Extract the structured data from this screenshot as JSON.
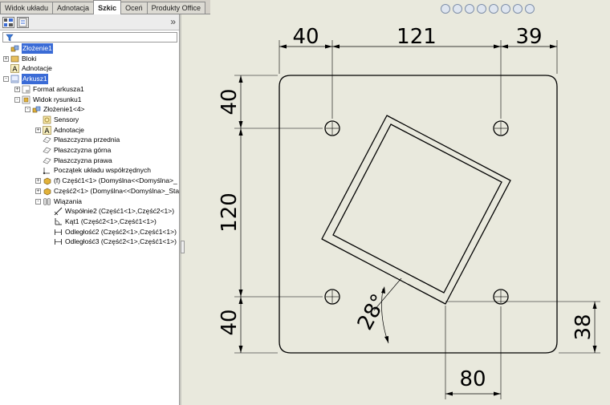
{
  "tabs": [
    {
      "label": "Widok układu"
    },
    {
      "label": "Adnotacja"
    },
    {
      "label": "Szkic",
      "active": true
    },
    {
      "label": "Oceń"
    },
    {
      "label": "Produkty Office"
    }
  ],
  "panel": {
    "collapse_glyph": "»",
    "filter_icon": "funnel-icon"
  },
  "tree": [
    {
      "label": "Złożenie1",
      "icon": "assembly-icon",
      "selected": true
    },
    {
      "label": "Bloki",
      "icon": "blocks-icon"
    },
    {
      "label": "Adnotacje",
      "icon": "annotation-icon"
    },
    {
      "label": "Arkusz1",
      "icon": "sheet-icon",
      "selected": true
    },
    {
      "label": "Format arkusza1",
      "icon": "sheet-format-icon"
    },
    {
      "label": "Widok rysunku1",
      "icon": "drawing-view-icon"
    },
    {
      "label": "Złożenie1<4>",
      "icon": "assembly-icon"
    },
    {
      "label": "Sensory",
      "icon": "sensor-icon"
    },
    {
      "label": "Adnotacje",
      "icon": "annotation-icon"
    },
    {
      "label": "Płaszczyzna przednia",
      "icon": "plane-icon"
    },
    {
      "label": "Płaszczyzna górna",
      "icon": "plane-icon"
    },
    {
      "label": "Płaszczyzna prawa",
      "icon": "plane-icon"
    },
    {
      "label": "Początek układu współrzędnych",
      "icon": "origin-icon"
    },
    {
      "label": "(f) Część1<1> (Domyślna<<Domyślna>_",
      "icon": "part-icon"
    },
    {
      "label": "Część2<1> (Domyślna<<Domyślna>_Sta",
      "icon": "part-icon"
    },
    {
      "label": "Wiązania",
      "icon": "mates-icon"
    },
    {
      "label": "Współnie2 (Część1<1>,Część2<1>)",
      "icon": "coincident-mate-icon"
    },
    {
      "label": "Kąt1 (Część2<1>,Część1<1>)",
      "icon": "angle-mate-icon"
    },
    {
      "label": "Odległość2 (Część2<1>,Część1<1>)",
      "icon": "distance-mate-icon"
    },
    {
      "label": "Odległość3 (Część2<1>,Część1<1>)",
      "icon": "distance-mate-icon"
    }
  ],
  "view_toolbar": [
    "zoom-to-fit-icon",
    "zoom-area-icon",
    "previous-view-icon",
    "section-view-icon",
    "view-orientation-icon",
    "display-style-icon",
    "hide-show-icon",
    "appearance-icon"
  ],
  "drawing": {
    "dims": {
      "top_left": "40",
      "top_mid": "121",
      "top_right": "39",
      "left_top": "40",
      "left_mid": "120",
      "left_bottom": "40",
      "angle": "28°",
      "bottom": "80",
      "right": "38"
    }
  }
}
